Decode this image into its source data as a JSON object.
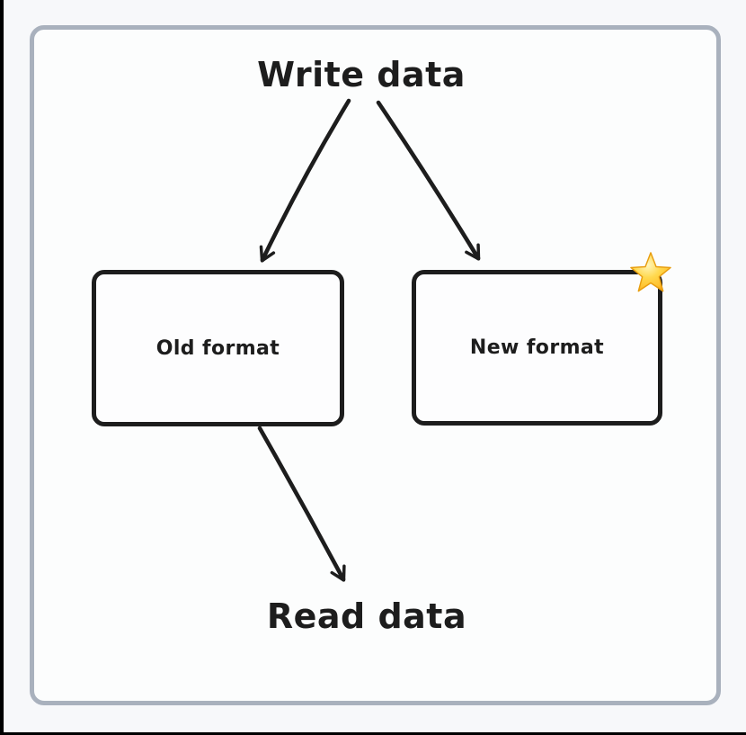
{
  "diagram": {
    "top_label": "Write data",
    "bottom_label": "Read data",
    "boxes": [
      {
        "id": "old",
        "label": "Old format"
      },
      {
        "id": "new",
        "label": "New format",
        "badge_icon": "star"
      }
    ],
    "arrows": [
      {
        "from": "Write data",
        "to": "Old format"
      },
      {
        "from": "Write data",
        "to": "New format"
      },
      {
        "from": "Old format",
        "to": "Read data"
      }
    ],
    "colors": {
      "ink": "#1d1d1d",
      "frame_border": "#a9b1bd",
      "page_background": "#f7f8fa",
      "frame_background": "#fcfdfd",
      "star_gold": "#ffc83d",
      "star_edge": "#e89d0e"
    }
  }
}
